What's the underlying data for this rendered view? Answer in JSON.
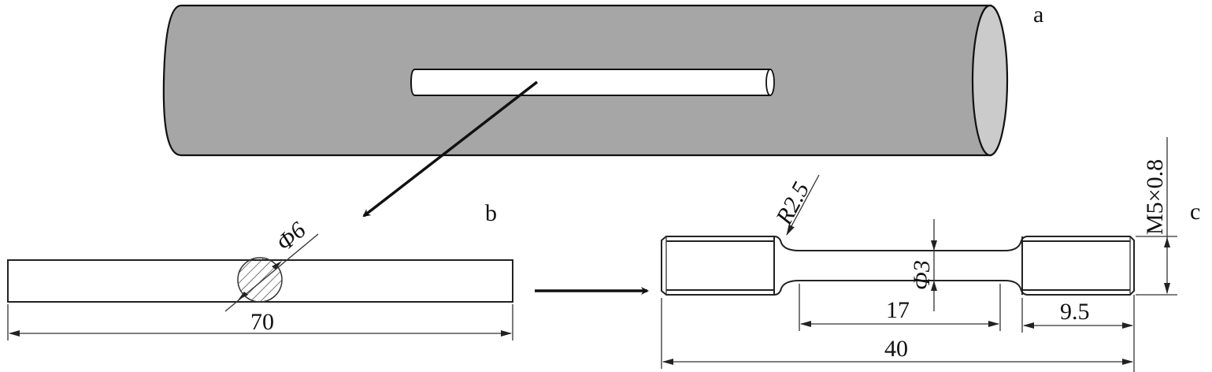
{
  "colors": {
    "cylinder_body": "#a6a6a6",
    "cylinder_end": "#cbcbcb",
    "slot": "#ffffff",
    "line": "#111111"
  },
  "panel_a": {
    "label": "a",
    "description": "Cylindrical bar stock with longitudinal sample location"
  },
  "panel_b": {
    "label": "b",
    "section_diameter": "Φ6",
    "length": "70"
  },
  "panel_c": {
    "label": "c",
    "fillet_radius": "R2.5",
    "gauge_diameter": "Φ3",
    "gauge_length": "17",
    "grip_length": "9.5",
    "total_length": "40",
    "thread": "M5×0.8"
  }
}
